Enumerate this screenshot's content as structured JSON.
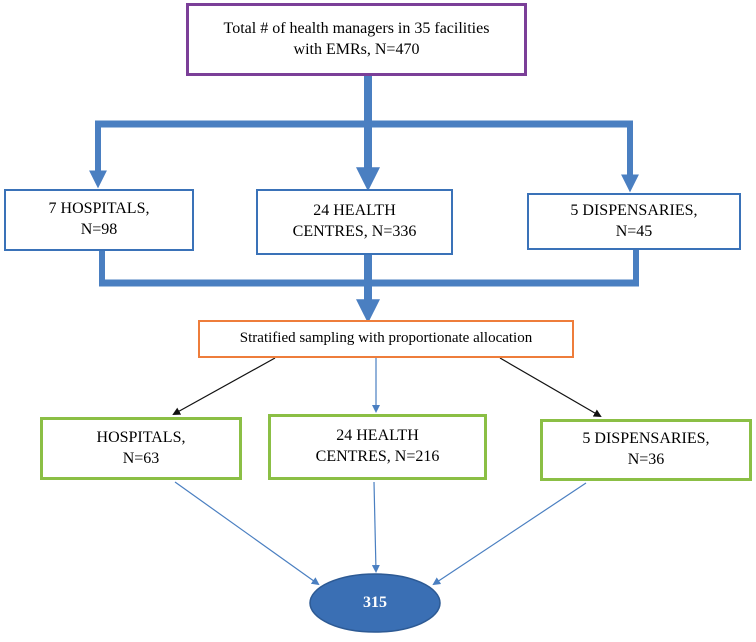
{
  "top": {
    "text": "Total # of health managers in 35 facilities\nwith EMRs, N=470"
  },
  "facilities": [
    {
      "text": "7 HOSPITALS,\nN=98"
    },
    {
      "text": "24 HEALTH\nCENTRES, N=336"
    },
    {
      "text": "5 DISPENSARIES,\nN=45"
    }
  ],
  "sampling": {
    "text": "Stratified sampling with proportionate allocation"
  },
  "samples": [
    {
      "text": "HOSPITALS,\nN=63"
    },
    {
      "text": "24 HEALTH\nCENTRES, N=216"
    },
    {
      "text": "5 DISPENSARIES,\nN=36"
    }
  ],
  "total": {
    "value": "315"
  },
  "colors": {
    "top_border": "#7b3f98",
    "facility_border": "#3a72b8",
    "sampling_border": "#ee7d3b",
    "sample_border": "#8bbf45",
    "flow_arrow": "#4a7fc1",
    "total_fill": "#3a6fb4"
  }
}
